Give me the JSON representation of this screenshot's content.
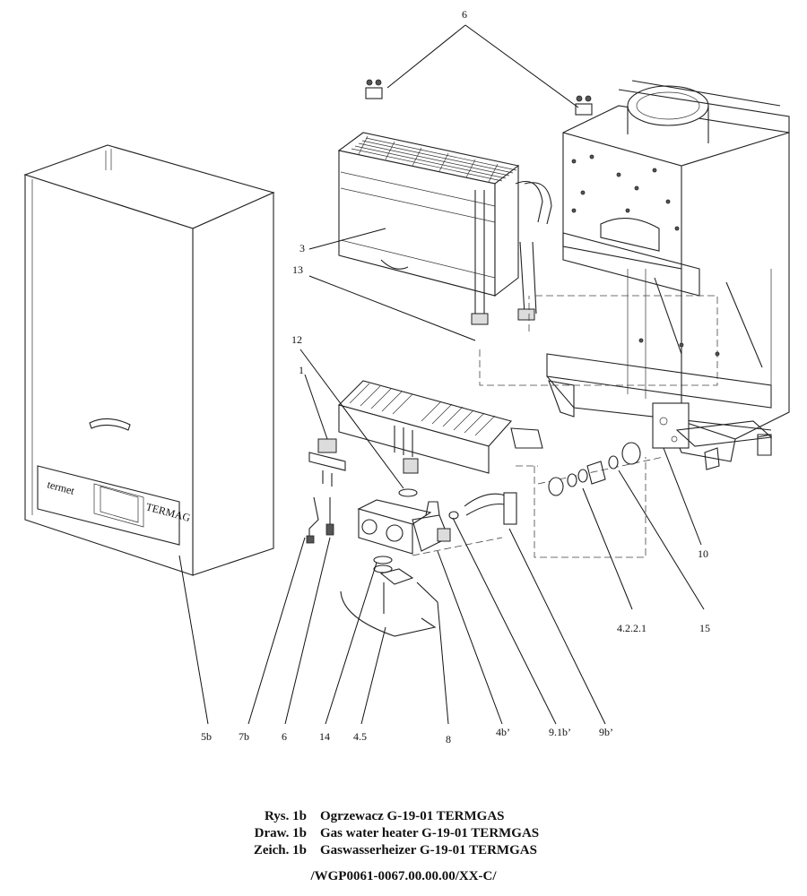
{
  "callouts": {
    "c6_top": "6",
    "c3": "3",
    "c13": "13",
    "c12": "12",
    "c1": "1",
    "c10": "10",
    "c4221": "4.2.2.1",
    "c15": "15",
    "c5b": "5b",
    "c7b": "7b",
    "c6_bottom": "6",
    "c14": "14",
    "c45": "4.5",
    "c8": "8",
    "c4b": "4b’",
    "c91b": "9.1b’",
    "c9b": "9b’"
  },
  "casing_labels": {
    "brand": "termet",
    "model": "TERMAG"
  },
  "caption": {
    "pl": {
      "prefix": "Rys. 1b",
      "text": "Ogrzewacz G-19-01 TERMGAS"
    },
    "en": {
      "prefix": "Draw. 1b",
      "text": "Gas water heater G-19-01 TERMGAS"
    },
    "de": {
      "prefix": "Zeich. 1b",
      "text": "Gaswasserheizer G-19-01 TERMGAS"
    },
    "drawing_number": "/WGP0061-0067.00.00.00/XX-C/"
  }
}
